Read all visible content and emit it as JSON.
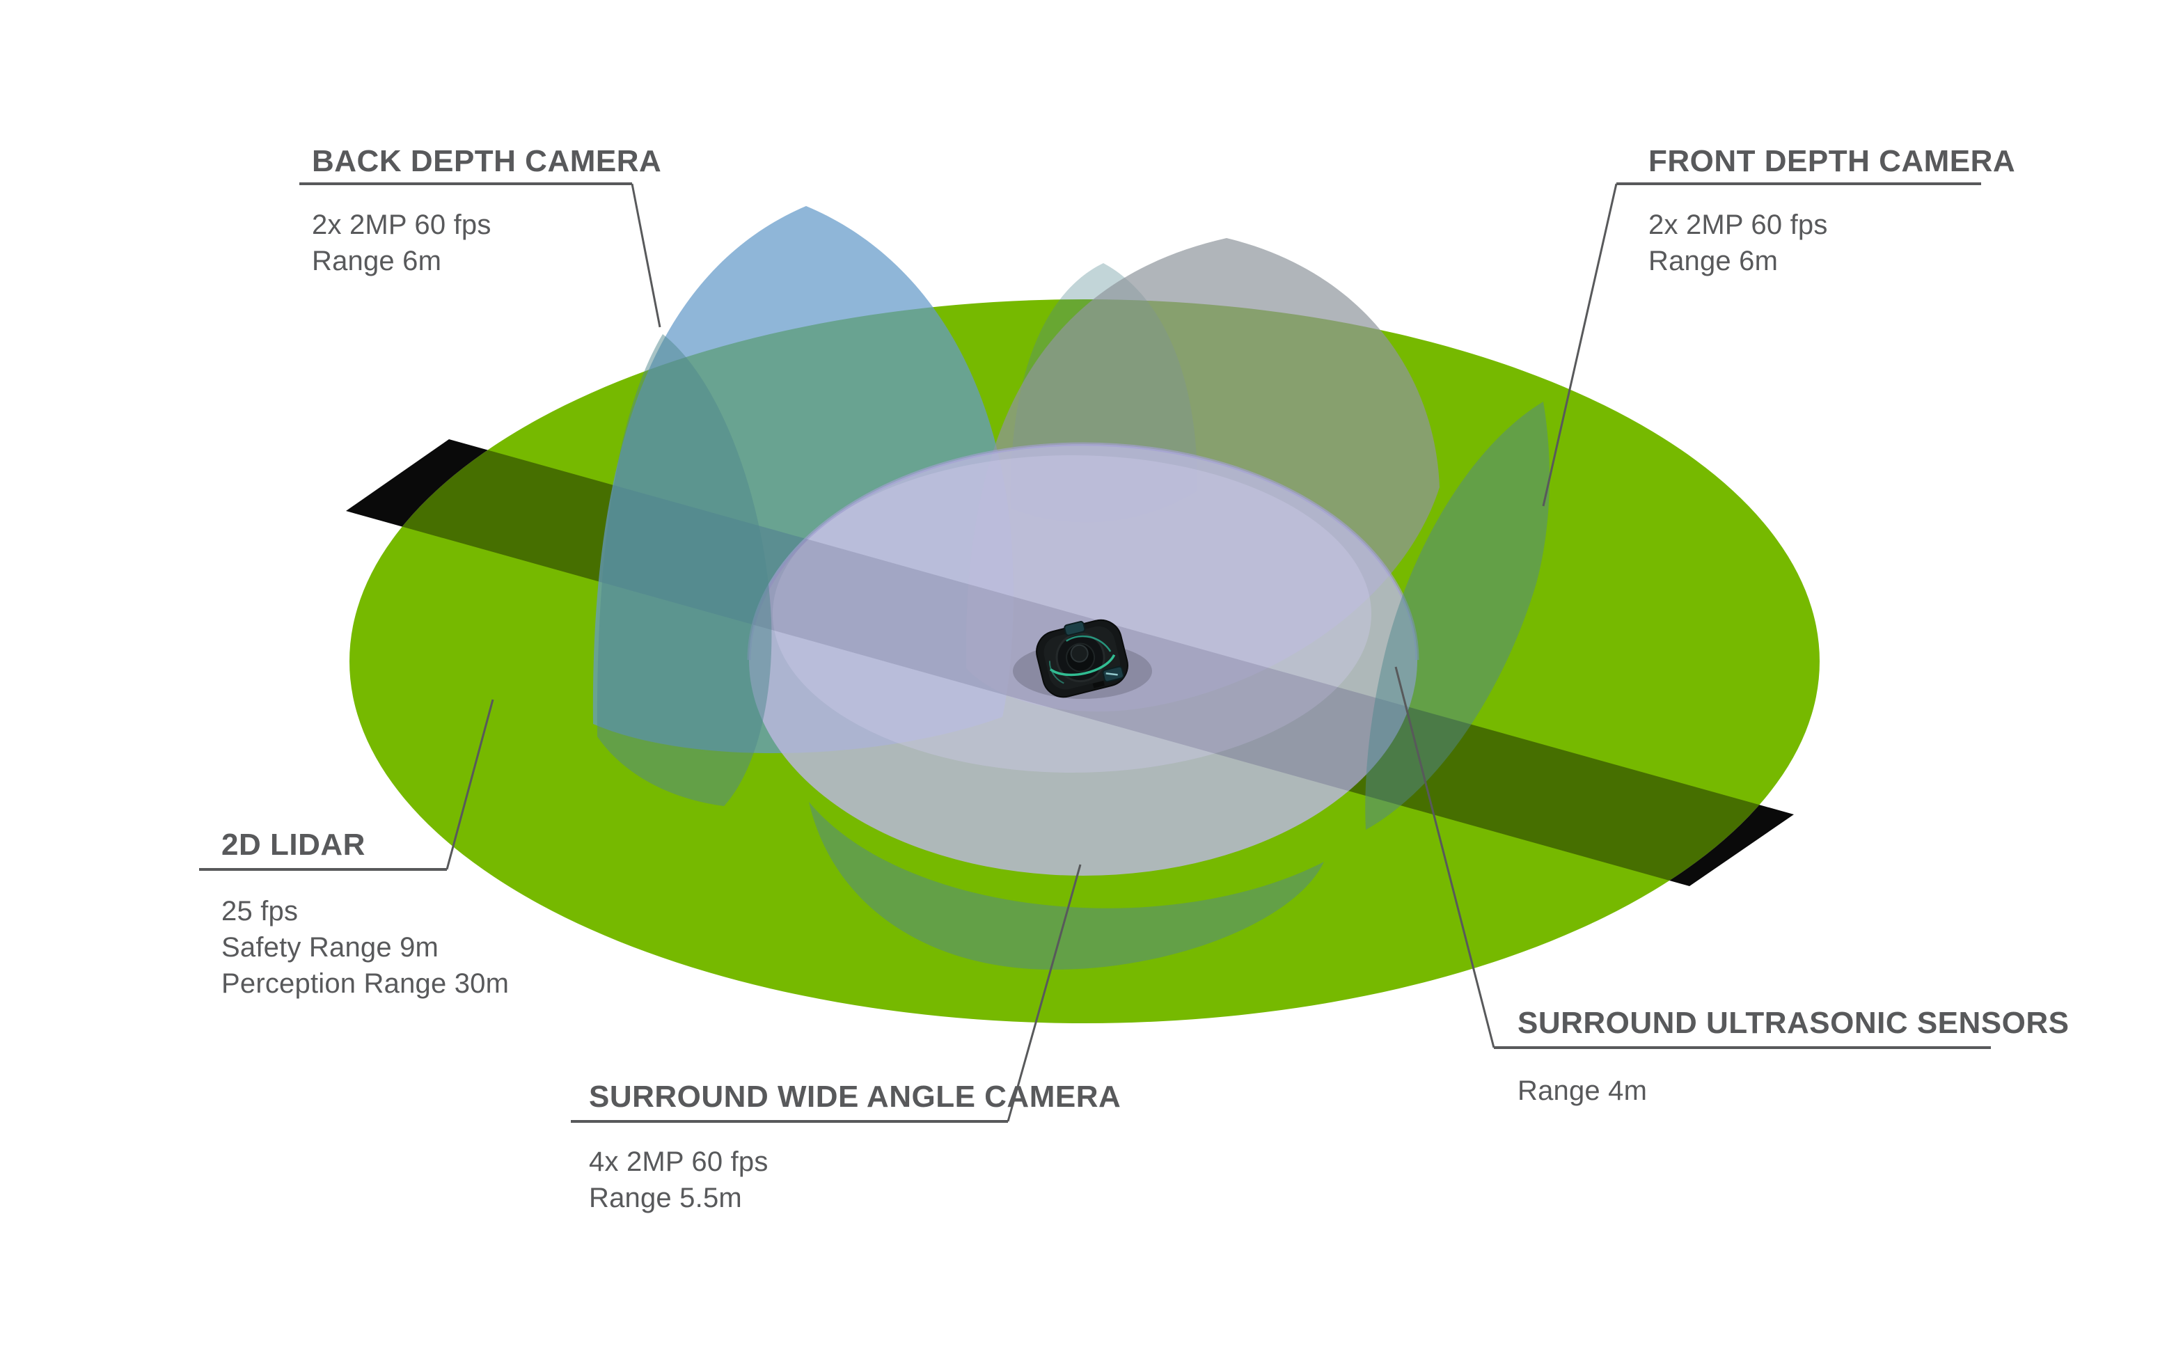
{
  "diagram": {
    "subject": "robot-sensor-coverage",
    "colors": {
      "background": "#ffffff",
      "lidar_green": "#76b900",
      "band_black": "#0a0a0a",
      "depth_blue": "#649ac9",
      "front_dome_gray": "#8f959c",
      "wide_teal": "#4f878e",
      "ultrasonic_lavender": "#b9b7dc",
      "ultrasonic_highlight": "#cdcbe9",
      "label_gray": "#58595b",
      "robot_glow_teal": "#35cfa0"
    },
    "sensors": [
      {
        "id": "back-depth-camera",
        "label": "BACK DEPTH CAMERA",
        "specs": [
          "2x 2MP 60 fps",
          "Range 6m"
        ]
      },
      {
        "id": "front-depth-camera",
        "label": "FRONT DEPTH CAMERA",
        "specs": [
          "2x 2MP 60 fps",
          "Range 6m"
        ]
      },
      {
        "id": "2d-lidar",
        "label": "2D LIDAR",
        "specs": [
          "25 fps",
          "Safety Range 9m",
          "Perception Range 30m"
        ]
      },
      {
        "id": "surround-wide-angle-camera",
        "label": "SURROUND WIDE ANGLE CAMERA",
        "specs": [
          "4x 2MP 60 fps",
          "Range 5.5m"
        ]
      },
      {
        "id": "surround-ultrasonic-sensors",
        "label": "SURROUND ULTRASONIC SENSORS",
        "specs": [
          "Range 4m"
        ]
      }
    ]
  }
}
